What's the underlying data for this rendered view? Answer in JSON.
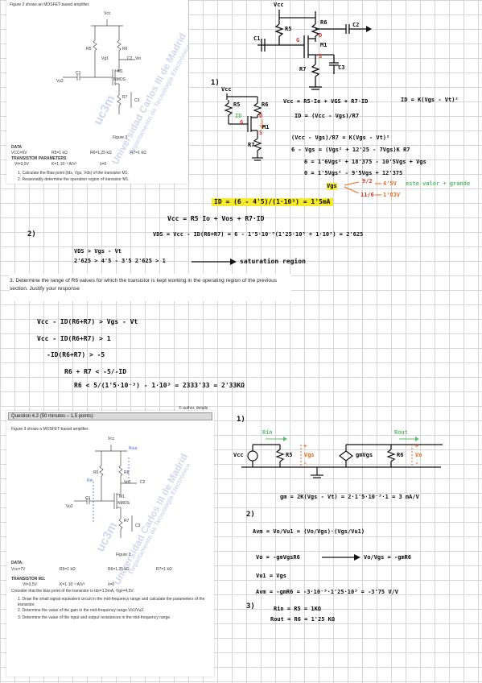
{
  "top_panel": {
    "header": "Figure 2 shows an MOSFET-based amplifier.",
    "vcc": "Vcc",
    "r5": "R5",
    "r6": "R6",
    "vg1": "Vg1",
    "c2": "C2",
    "vin": "Vin",
    "c1": "C1",
    "vs2": "Vs2",
    "m1": "M1",
    "nmos": "NMOS",
    "r7": "R7",
    "c3": "C3",
    "fig": "Figure 2",
    "data_h": "DATA",
    "data_row": [
      "VCC=6V",
      "R5=1 kΩ",
      "R6=1,25 kΩ",
      "R7=1 kΩ"
    ],
    "transistor_h": "TRANSISTOR PARAMETERS",
    "transistor_row": [
      "Vt=3,5V",
      "K=1·10⁻³ A/V²",
      "λ=0"
    ],
    "items": [
      "1. Calculate the Bias point (Ids, Vgs, Vds) of the transistor M1.",
      "2. Reasonably determine the operation region of transistor M1."
    ]
  },
  "circuit_top": {
    "vcc": "Vcc",
    "r5": "R5",
    "r6": "R6",
    "c2": "C2",
    "c1": "C1",
    "m1": "M1",
    "r7": "R7",
    "c3": "C3",
    "g": "G",
    "d": "D",
    "s": "S"
  },
  "sec1": {
    "num": "1)",
    "vcc": "Vcc",
    "r5": "R5",
    "r6": "R6",
    "m1": "M1",
    "r7": "R7",
    "lbl_io": "ID",
    "lbl_g": "G",
    "lbl_d": "D",
    "lbl_s": "S",
    "eq1": "Vcc = R5·Ie + VGS + R7·ID",
    "eq2": "ID = K(Vgs - Vt)²",
    "eq3": "ID = (Vcc - Vgs)/R7",
    "eq4": "(Vcc - Vgs)/R7 = K(Vgs - Vt)²",
    "eq5": "6 - Vgs = (Vgs² + 12'25 - 7Vgs)K R7",
    "eq6": "6 = 1'6Vgs² + 18'375 - 10'5Vgs + Vgs",
    "eq7": "0 = 1'5Vgs² - 9'5Vgs + 12'375",
    "vgs_lbl": "Vgs",
    "sol1": "9/2",
    "sol2": "11/6",
    "res1": "4'5V",
    "res1_note": "este valor + grande",
    "res2": "1'83V",
    "id_res": "ID = (6 - 4'5)/(1·10³) = 1'5mA"
  },
  "sec2": {
    "num": "2)",
    "eq1": "Vcc = R5 Io + Vos + R7·ID",
    "eq2": "VDS = Vcc - ID(R6+R7) = 6 - 1'5·10⁻³(1'25·10³ + 1·10³) = 2'625",
    "eq3": "VDS > Vgs - Vt",
    "eq4": "2'625 > 4'5 - 3'5    2'625 > 1",
    "concl": "saturation region"
  },
  "q3": {
    "text": "3.  Determine the range of R6 values for which the transistor is kept working in the operating region of the previous section. Justify your response",
    "eq1": "Vcc - ID(R6+R7) > Vgs - Vt",
    "eq2": "Vcc - ID(R6+R7) > 1",
    "eq3": "-ID(R6+R7) > -5",
    "eq4": "R6 + R7 < -5/-ID",
    "eq5": "R6 < 5/(1'5·10⁻³) - 1·10³ = 2333'33 = 2'33KΩ",
    "tiny_note": "© author, details"
  },
  "q2_panel": {
    "bar": "Question 4.2 (50 minutes – 1,5 points)",
    "intro": "Figure 3 shows a MOSFET-based amplifier.",
    "vcc": "Vcc",
    "rout": "Rout",
    "r5": "R5",
    "r6": "R6",
    "vo1": "Vo1",
    "c2": "C2",
    "rin": "Rin",
    "c1": "C1",
    "vu2": "Vu2",
    "m1": "M1",
    "nmos": "NMOS",
    "r7": "R7",
    "c3": "C3",
    "fig": "Figure 3",
    "data_h": "DATA:",
    "data_row": [
      "Vcc=7V",
      "R5=1 kΩ",
      "R6=1,25 kΩ",
      "R7=1 kΩ"
    ],
    "trans_h": "TRANSISTOR M1:",
    "trans_row": [
      "Vt=3,5V",
      "K=1·10⁻³ A/V²",
      "λ=0"
    ],
    "consider": "Consider that the bias point of the transistor is Ids=1,5mA, Vgs=4,5V.",
    "items": [
      "1. Draw the small signal equivalent circuit in the mid-frequency range and calculate the parameters of the transistor.",
      "2. Determine the value of the gain in the mid-frequency range Vo1/Vu2.",
      "3. Determine the value of the input and output resistances in the mid-frequency range."
    ]
  },
  "ss": {
    "num": "1)",
    "rin": "Rin",
    "rout": "Rout",
    "vcc": "Vcc",
    "r5": "R5",
    "vgs": "Vgs",
    "src": "gmVgs",
    "r6": "R6",
    "vo": "Vo",
    "plus": "+",
    "minus": "-"
  },
  "sec_b": {
    "gm": "gm = 2K(Vgs - Vt) = 2·1'5·10⁻³·1 = 3 mA/V",
    "num2": "2)",
    "avm1": "Avm = Vo/Vu1 = (Vo/Vgs)·(Vgs/Vu1)",
    "vo1": "Vo = -gmVgsR6",
    "vo2": "Vo/Vgs = -gmR6",
    "vu": "Vu1 = Vgs",
    "avm2": "Avm = -gmR6 = -3·10⁻³·1'25·10³ = -3'75 V/V",
    "num3": "3)",
    "rin": "Rin = R5 = 1KΩ",
    "rout": "Rout = R6 = 1'25 KΩ"
  },
  "watermark": {
    "uni": "Universidad Carlos III de Madrid",
    "dep": "Departamento de Tecnología Electrónica",
    "brand": "uc3m"
  }
}
